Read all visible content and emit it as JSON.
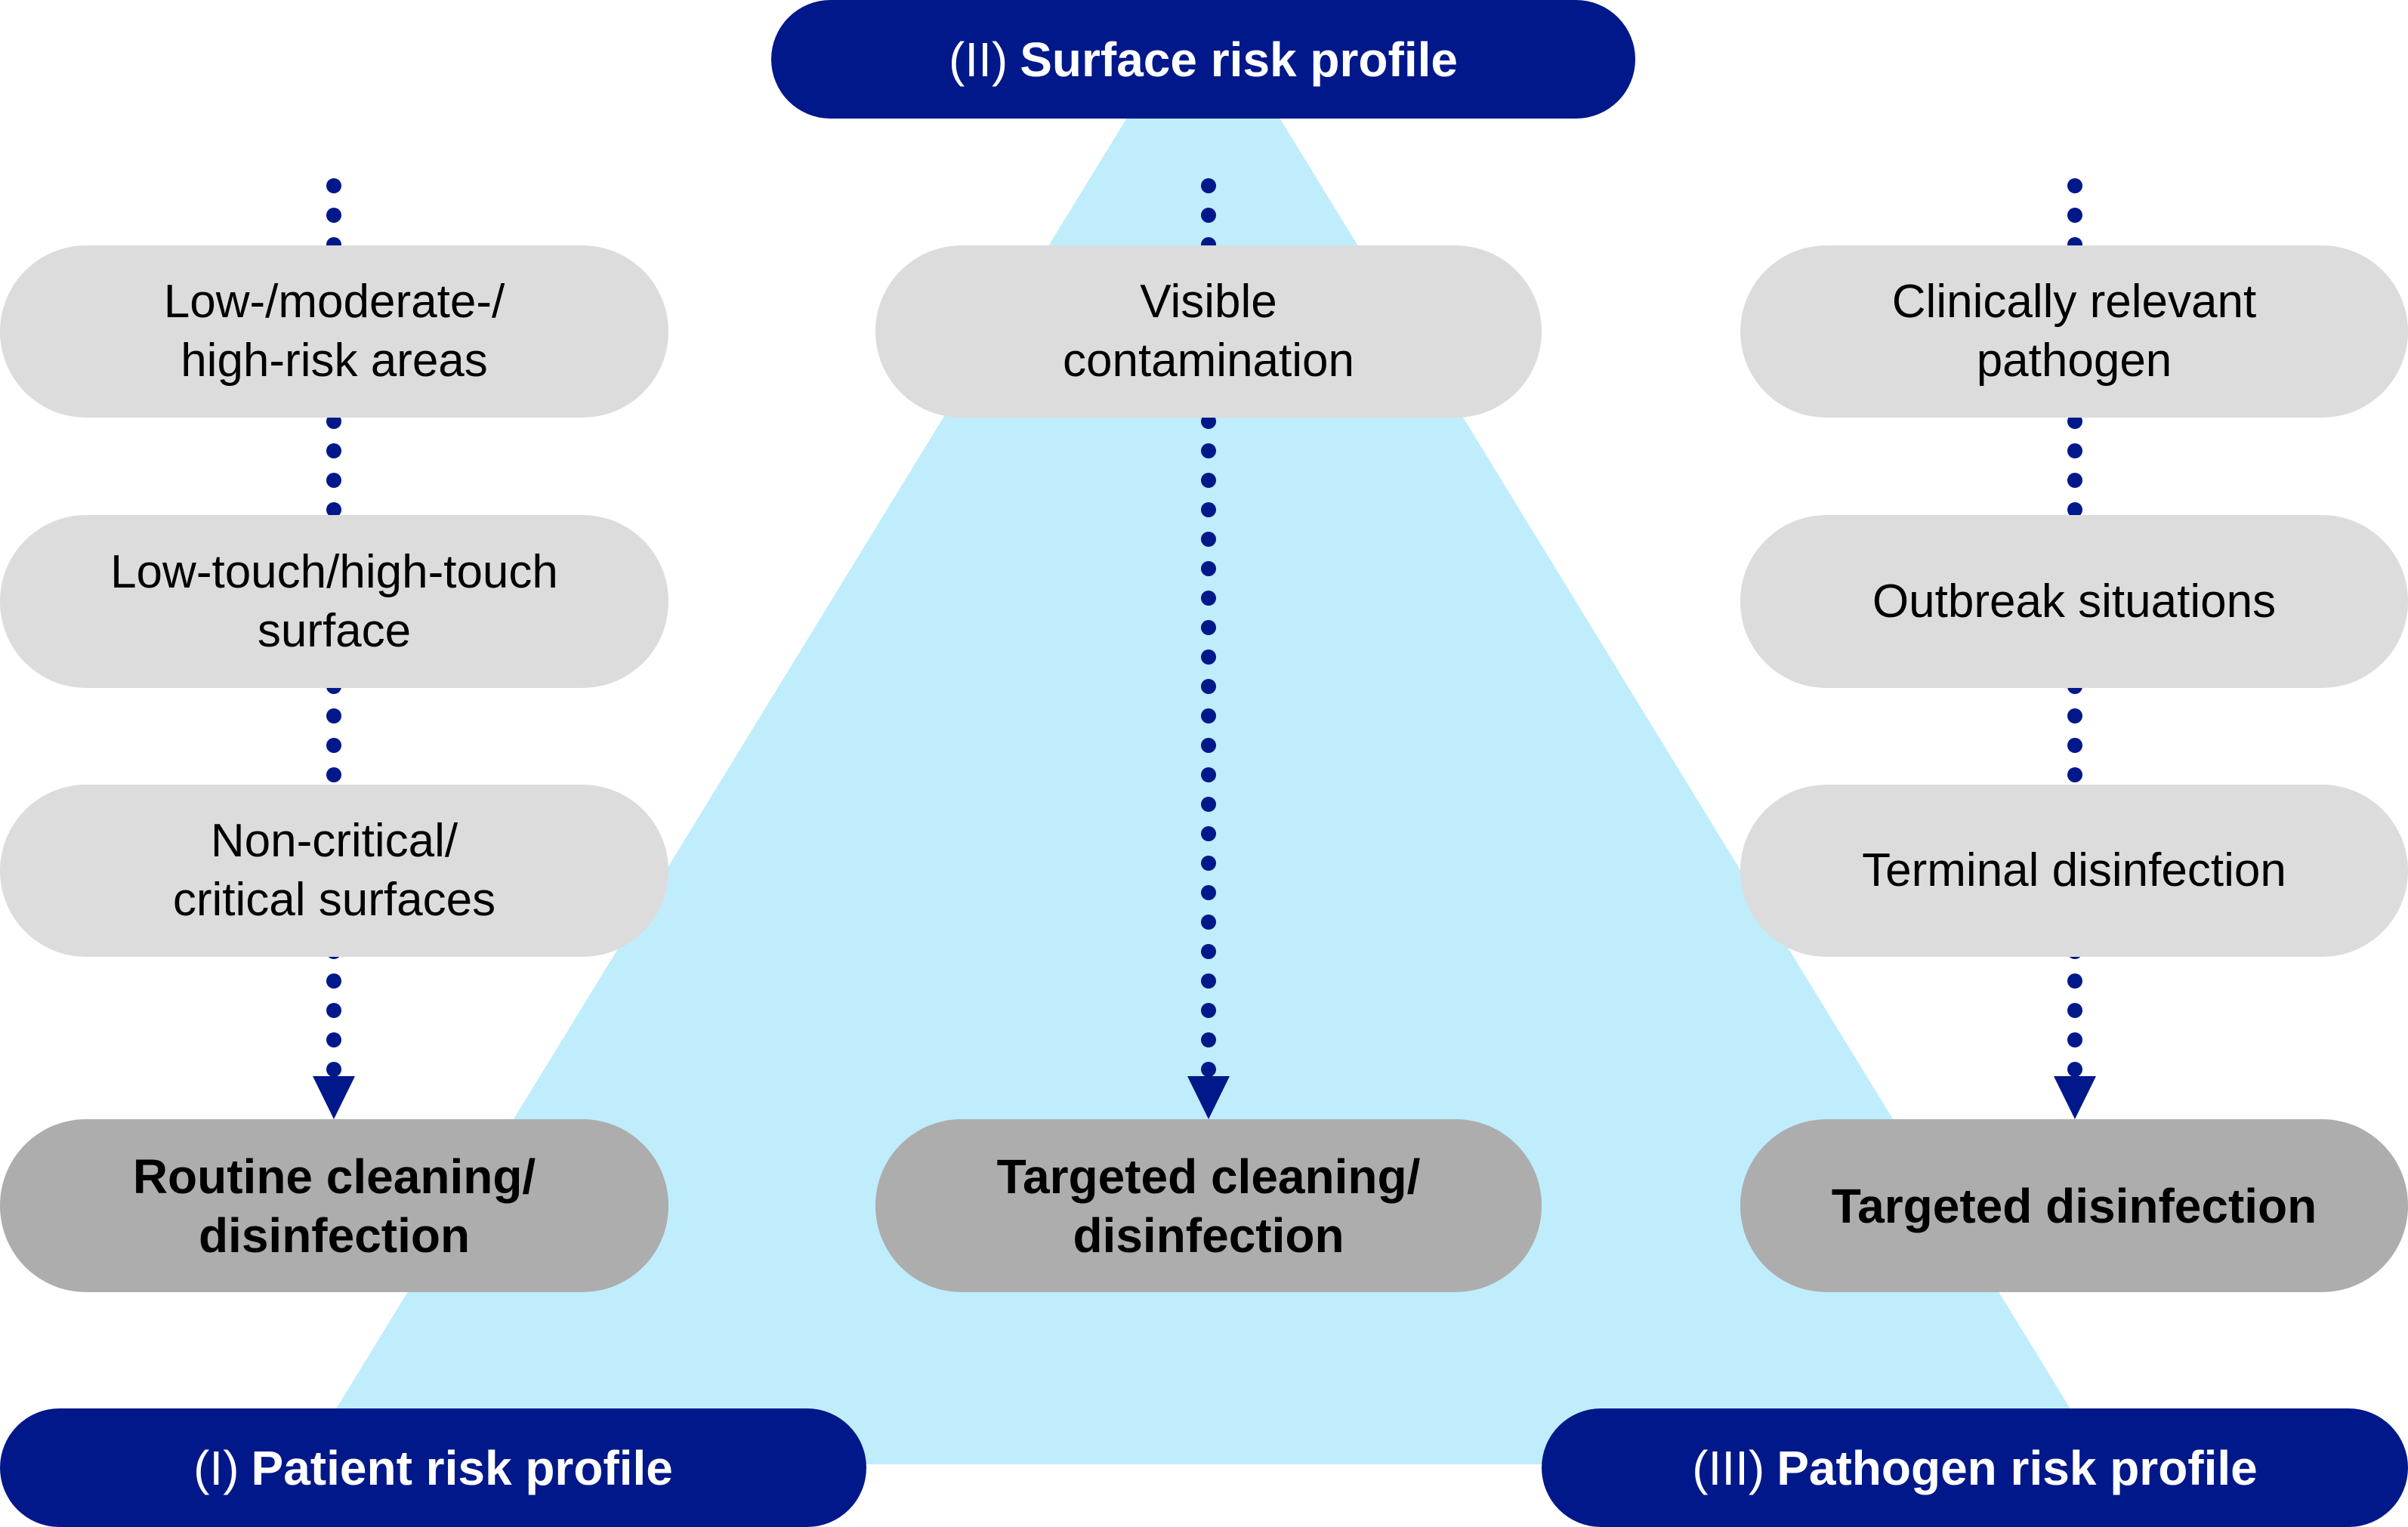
{
  "colors": {
    "navy": "#00188A",
    "triangle_fill": "#BFEDFC",
    "box_light": "#DCDCDC",
    "box_result": "#ADADAD",
    "text_dark": "#000000",
    "text_light": "#FFFFFF"
  },
  "profiles": {
    "surface": {
      "prefix": "(II)",
      "label": "Surface risk profile"
    },
    "patient": {
      "prefix": "(I)",
      "label": "Patient risk profile"
    },
    "pathogen": {
      "prefix": "(III)",
      "label": "Pathogen risk profile"
    }
  },
  "columns": [
    {
      "name": "patient",
      "criteria": [
        [
          "Low-/moderate-/",
          "high-risk areas"
        ],
        [
          "Low-touch/high-touch",
          "surface"
        ],
        [
          "Non-critical/",
          "critical surfaces"
        ]
      ],
      "result": [
        "Routine cleaning/",
        "disinfection"
      ]
    },
    {
      "name": "surface",
      "criteria": [
        [
          "Visible",
          "contamination"
        ]
      ],
      "result": [
        "Targeted cleaning/",
        "disinfection"
      ]
    },
    {
      "name": "pathogen",
      "criteria": [
        [
          "Clinically relevant",
          "pathogen"
        ],
        [
          "Outbreak situations"
        ],
        [
          "Terminal disinfection"
        ]
      ],
      "result": [
        "Targeted disinfection"
      ]
    }
  ],
  "connectors": [
    {
      "from": "patient-criteria",
      "to": "patient-result",
      "style": "dotted-arrow",
      "icon": "arrow-down-icon"
    },
    {
      "from": "surface-criteria",
      "to": "surface-result",
      "style": "dotted-arrow",
      "icon": "arrow-down-icon"
    },
    {
      "from": "pathogen-criteria",
      "to": "pathogen-result",
      "style": "dotted-arrow",
      "icon": "arrow-down-icon"
    }
  ]
}
